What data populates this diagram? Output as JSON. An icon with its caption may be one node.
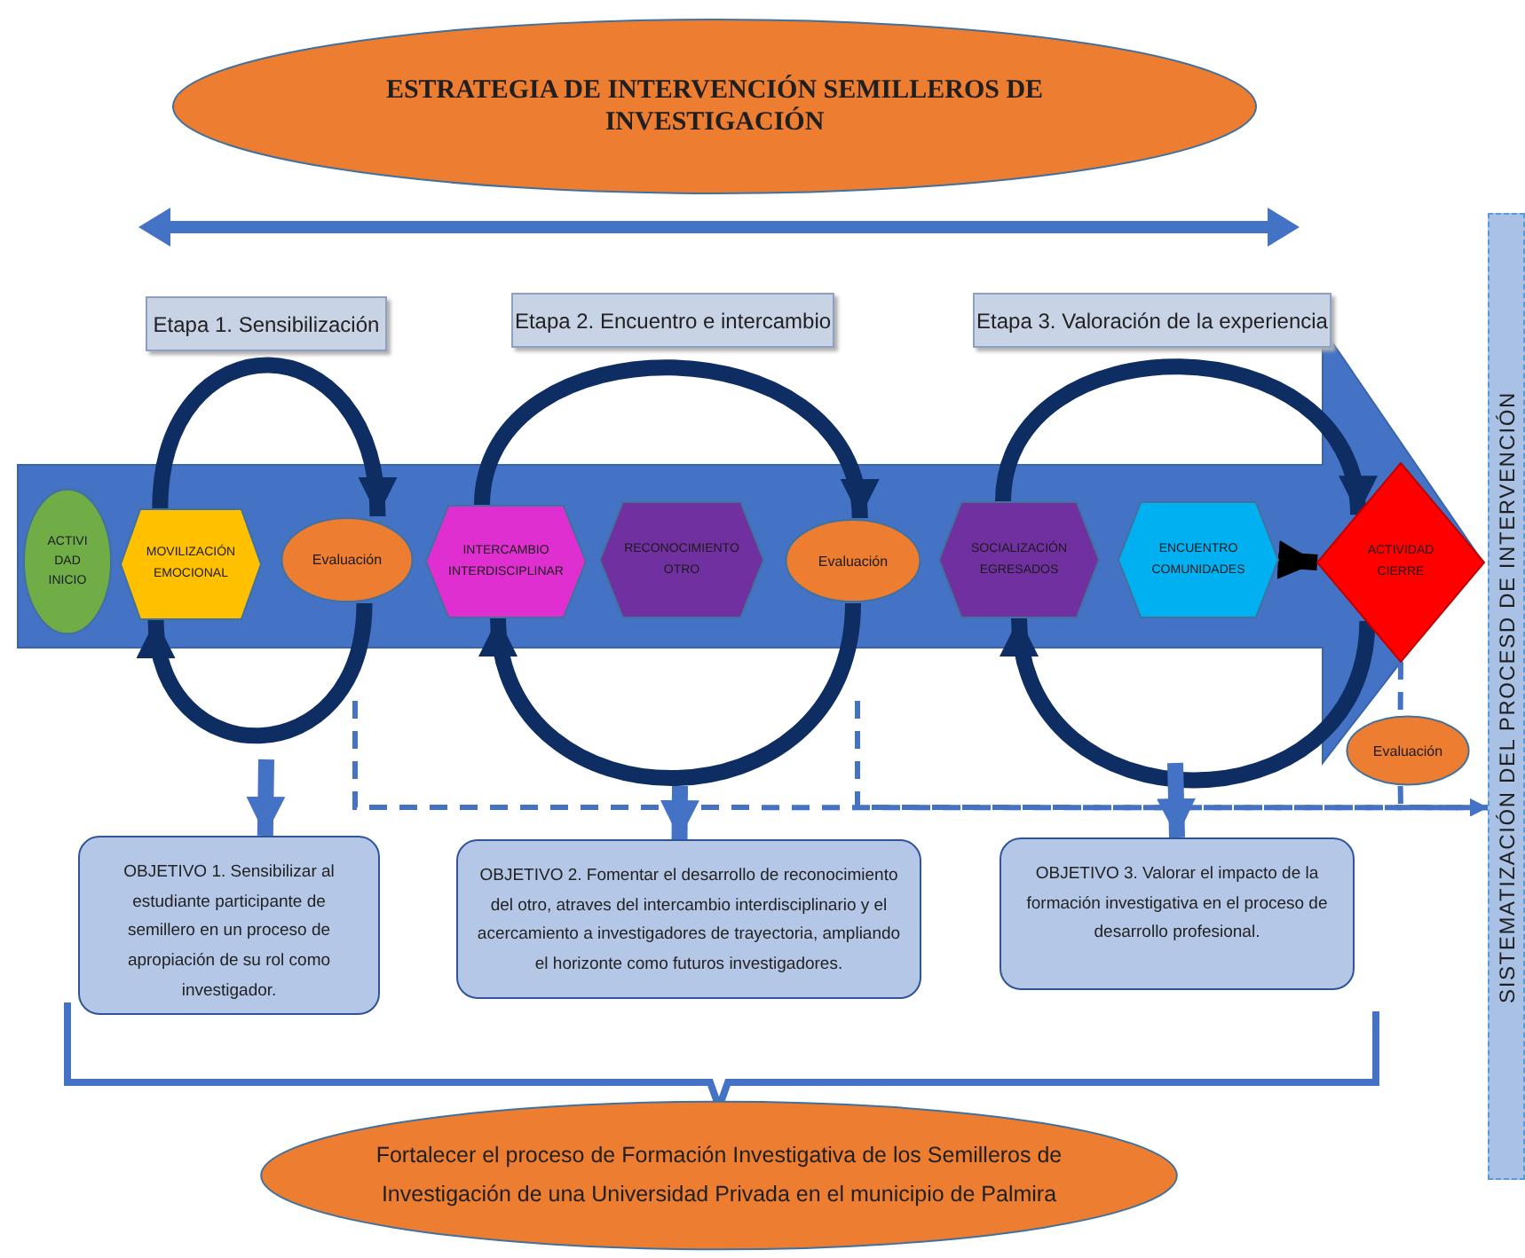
{
  "diagram": {
    "nodes": [
      {
        "text": [
          "ESTRATEGIA DE INTERVENCIÓN SEMILLEROS DE INVESTIGACIÓN"
        ]
      },
      {
        "text": [
          "Etapa 1. Sensibilización"
        ]
      },
      {
        "text": [
          "Etapa 2. Encuentro e intercambio"
        ]
      },
      {
        "text": [
          "Etapa 3. Valoración de la experiencia"
        ]
      },
      {
        "text": [
          "ACTIVI DAD INICIO"
        ]
      },
      {
        "text": [
          "MOVILIZACIÓN EMOCIONAL"
        ]
      },
      {
        "text": [
          "Evaluación"
        ]
      },
      {
        "text": [
          "INTERCAMBIO INTERDISCIPLINAR"
        ]
      },
      {
        "text": [
          "RECONOCIMIENTO OTRO"
        ]
      },
      {
        "text": [
          "Evaluación"
        ]
      },
      {
        "text": [
          "SOCIALIZACIÓN EGRESADOS"
        ]
      },
      {
        "text": [
          "ENCUENTRO COMUNIDADES"
        ]
      },
      {
        "text": [
          "ACTIVIDAD CIERRE"
        ]
      },
      {
        "text": [
          "Evaluación"
        ]
      },
      {
        "text": [
          "OBJETIVO 1. Sensibilizar al estudiante participante de semillero en un proceso de apropiación de su rol como investigador."
        ]
      },
      {
        "text": [
          "OBJETIVO 2. Fomentar el desarrollo de reconocimiento del otro, atraves del intercambio interdisciplinario y el acercamiento a investigadores de trayectoria, ampliando el horizonte como futuros investigadores."
        ]
      },
      {
        "text": [
          "OBJETIVO 3. Valorar el impacto de la formación investigativa en el proceso de desarrollo profesional."
        ]
      },
      {
        "text": [
          "Fortalecer el proceso de Formación Investigativa de los Semilleros de Investigación de una Universidad Privada en el municipio de Palmira"
        ]
      },
      {
        "text": [
          "SISTEMATIZACIÓN DEL PROCESD DE INTERVENCIÓN"
        ]
      }
    ],
    "edges": [
      {
        "from": 5,
        "to": 6,
        "arrow": "to",
        "color": "#0e2d63"
      },
      {
        "from": 6,
        "to": 5,
        "arrow": "to",
        "color": "#0e2d63"
      },
      {
        "from": 7,
        "to": 9,
        "arrow": "to",
        "color": "#0e2d63"
      },
      {
        "from": 9,
        "to": 7,
        "arrow": "to",
        "color": "#0e2d63"
      },
      {
        "from": 10,
        "to": 12,
        "arrow": "to",
        "color": "#0e2d63"
      },
      {
        "from": 12,
        "to": 10,
        "arrow": "to",
        "color": "#0e2d63"
      },
      {
        "from": 11,
        "to": 12,
        "arrow": "to",
        "color": "#000000"
      },
      {
        "from": null,
        "to": 14,
        "arrow": "to",
        "color": "#4472c4"
      },
      {
        "from": null,
        "to": 15,
        "arrow": "to",
        "color": "#4472c4"
      },
      {
        "from": null,
        "to": 16,
        "arrow": "to",
        "color": "#4472c4"
      },
      {
        "from": null,
        "to": 18,
        "arrow": "to",
        "style": "dashed",
        "color": "#4472c4"
      },
      {
        "from": null,
        "to": 18,
        "arrow": "to",
        "style": "dashed",
        "color": "#4472c4"
      },
      {
        "from": 12,
        "to": 13,
        "arrow": "none",
        "style": "dashed",
        "color": "#4472c4"
      },
      {
        "from": 13,
        "to": 18,
        "arrow": "to",
        "style": "dashed",
        "color": "#4472c4"
      }
    ]
  }
}
